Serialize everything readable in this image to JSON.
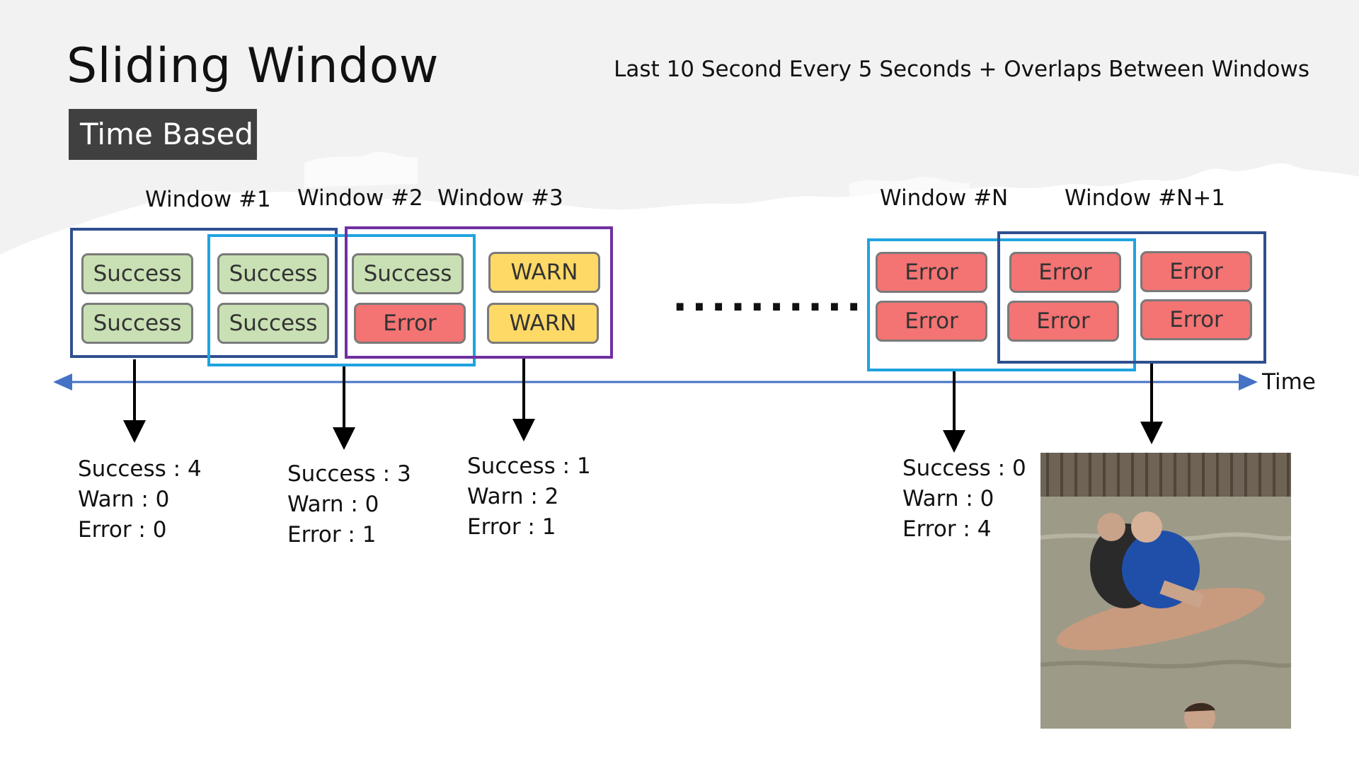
{
  "title": "Sliding Window",
  "subtitle": "Last 10 Second Every 5 Seconds + Overlaps Between Windows",
  "tag": "Time Based",
  "windows": {
    "w1": "Window #1",
    "w2": "Window #2",
    "w3": "Window #3",
    "wn": "Window #N",
    "wn1": "Window #N+1"
  },
  "events": {
    "success": "Success",
    "warn": "WARN",
    "error": "Error"
  },
  "ellipsis": "..........",
  "time_label": "Time",
  "results": [
    {
      "success": "Success : 4",
      "warn": "Warn : 0",
      "error": "Error : 0"
    },
    {
      "success": "Success : 3",
      "warn": "Warn : 0",
      "error": "Error : 1"
    },
    {
      "success": "Success : 1",
      "warn": "Warn : 2",
      "error": "Error : 1"
    },
    {
      "success": "Success : 0",
      "warn": "Warn : 0",
      "error": "Error : 4"
    }
  ],
  "colors": {
    "success": "#c9e0b4",
    "warn": "#ffd966",
    "error": "#f47373",
    "window_dark_blue": "#2f4f8f",
    "window_light_blue": "#1fa3e0",
    "window_purple": "#7030a0",
    "timeline": "#4472c4"
  }
}
